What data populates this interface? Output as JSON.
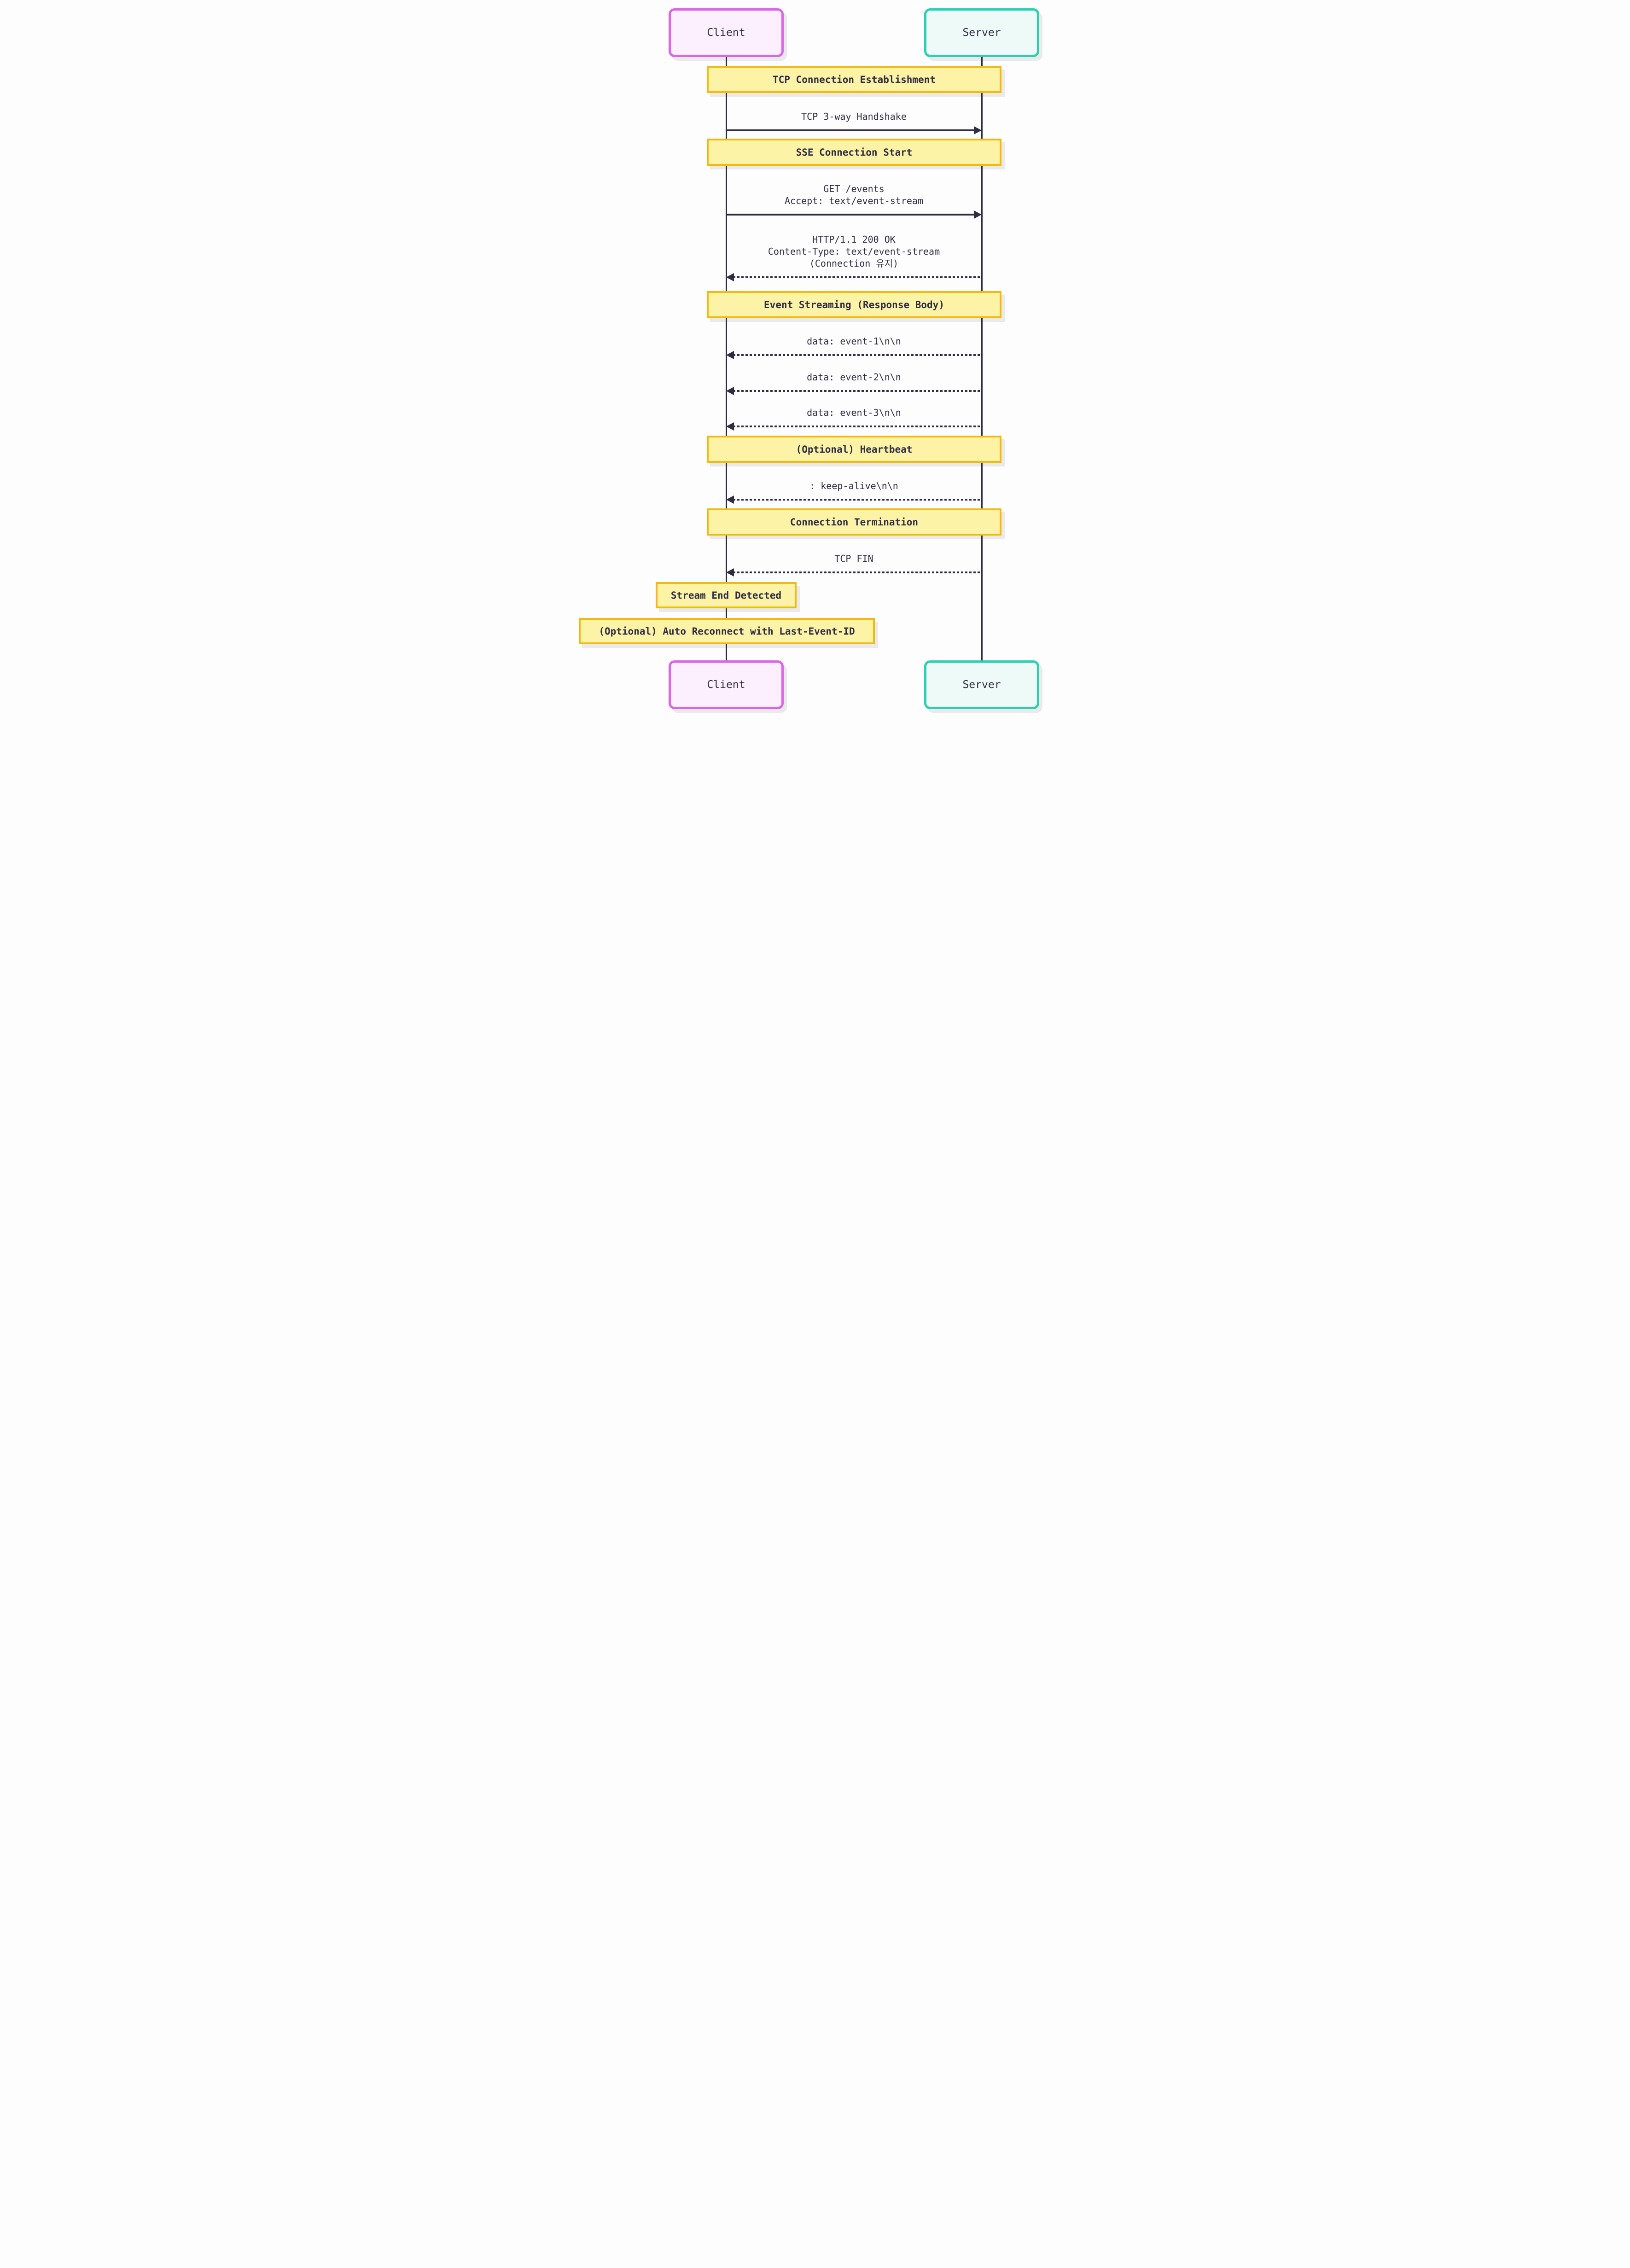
{
  "diagram_type": "sequence",
  "actors": [
    {
      "id": "client",
      "label": "Client",
      "border_color": "#dc63ea",
      "fill_color": "#fdf0fe"
    },
    {
      "id": "server",
      "label": "Server",
      "border_color": "#2ad1b1",
      "fill_color": "#edfaf7"
    }
  ],
  "banners": [
    {
      "label": "TCP Connection Establishment"
    },
    {
      "label": "SSE Connection Start"
    },
    {
      "label": "Event Streaming (Response Body)"
    },
    {
      "label": "(Optional) Heartbeat"
    },
    {
      "label": "Connection Termination"
    }
  ],
  "messages": [
    {
      "from": "client",
      "to": "server",
      "style": "solid",
      "lines": [
        "TCP 3-way Handshake"
      ]
    },
    {
      "from": "client",
      "to": "server",
      "style": "solid",
      "lines": [
        "GET /events",
        "Accept: text/event-stream"
      ]
    },
    {
      "from": "server",
      "to": "client",
      "style": "dotted",
      "lines": [
        "HTTP/1.1 200 OK",
        "Content-Type: text/event-stream",
        "(Connection 유지)"
      ]
    },
    {
      "from": "server",
      "to": "client",
      "style": "dotted",
      "lines": [
        "data: event-1\\n\\n"
      ]
    },
    {
      "from": "server",
      "to": "client",
      "style": "dotted",
      "lines": [
        "data: event-2\\n\\n"
      ]
    },
    {
      "from": "server",
      "to": "client",
      "style": "dotted",
      "lines": [
        "data: event-3\\n\\n"
      ]
    },
    {
      "from": "server",
      "to": "client",
      "style": "dotted",
      "lines": [
        ": keep-alive\\n\\n"
      ]
    },
    {
      "from": "server",
      "to": "client",
      "style": "dotted",
      "lines": [
        "TCP FIN"
      ]
    }
  ],
  "notes": [
    {
      "over": "client",
      "label": "Stream End Detected"
    },
    {
      "over": "client",
      "label": "(Optional) Auto Reconnect with Last-Event-ID"
    }
  ],
  "colors": {
    "ink": "#2e2d45",
    "yellow_border": "#f0ba10",
    "yellow_fill": "#fdf3a6",
    "pink_border": "#dc63ea",
    "pink_fill": "#fdf0fe",
    "teal_border": "#2ad1b1",
    "teal_fill": "#edfaf7",
    "background": "#fdfdfe"
  }
}
